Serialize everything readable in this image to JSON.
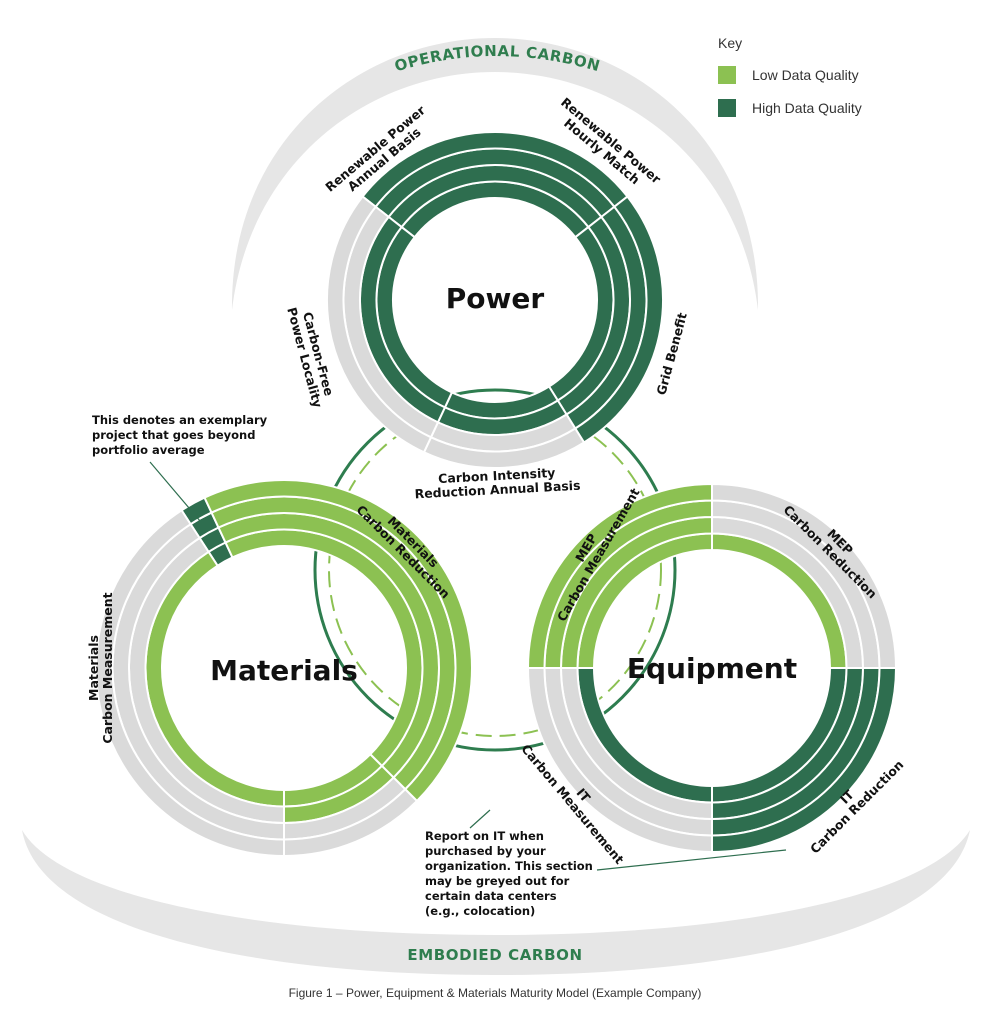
{
  "colors": {
    "low": "#8cc152",
    "high": "#2e6e4f",
    "grey": "#dadada",
    "band": "#e6e6e6",
    "connector": "#2e7d4f",
    "connector_dash": "#8cc152"
  },
  "key": {
    "title": "Key",
    "items": [
      {
        "label": "Low Data Quality",
        "color": "#8cc152"
      },
      {
        "label": "High Data Quality",
        "color": "#2e6e4f"
      }
    ]
  },
  "bands": {
    "operational": "OPERATIONAL CARBON",
    "embodied": "EMBODIED CARBON"
  },
  "circles": {
    "power": {
      "title": "Power",
      "labels": {
        "s1": [
          "Renewable Power",
          "Annual Basis"
        ],
        "s2": [
          "Renewable Power",
          "Hourly Match"
        ],
        "s3": [
          "Grid Benefit"
        ],
        "s4": [
          "Carbon Intensity",
          "Reduction Annual Basis"
        ],
        "s5": [
          "Carbon-Free",
          "Power Locality"
        ]
      }
    },
    "materials": {
      "title": "Materials",
      "labels": {
        "s1": [
          "Materials",
          "Carbon Reduction"
        ],
        "s2": [
          "Materials",
          "Carbon Measurement"
        ]
      }
    },
    "equipment": {
      "title": "Equipment",
      "labels": {
        "s1": [
          "MEP",
          "Carbon Reduction"
        ],
        "s2": [
          "IT",
          "Carbon Reduction"
        ],
        "s3": [
          "IT",
          "Carbon Measurement"
        ],
        "s4": [
          "MEP",
          "Carbon Measurement"
        ]
      }
    }
  },
  "annotations": {
    "exemplary": [
      "This denotes an exemplary",
      "project that goes beyond",
      "portfolio average"
    ],
    "it_note": [
      "Report on IT when",
      "purchased by your",
      "organization. This section",
      "may be greyed out for",
      "certain data centers",
      "(e.g., colocation)"
    ]
  },
  "caption": "Figure 1 – Power, Equipment & Materials Maturity Model (Example Company)"
}
